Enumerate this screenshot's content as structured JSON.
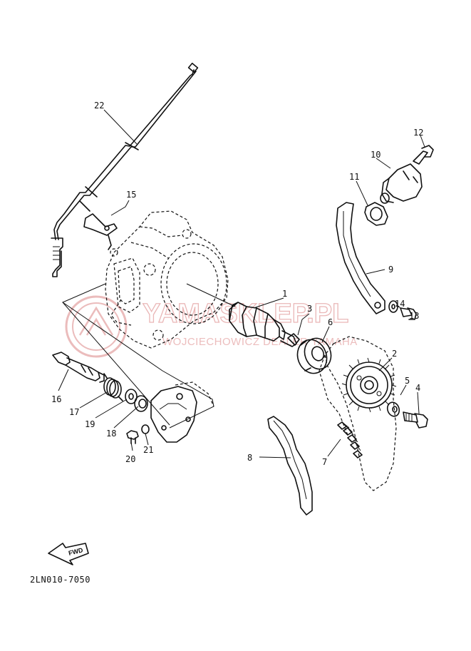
{
  "diagram_code": "2LN010-7050",
  "fwd_label": "FWD",
  "watermark": {
    "main": "YAMASKLEP.PL",
    "sub": "WOJCIECHOWICZ DEALER YAMAHA"
  },
  "callouts": [
    {
      "id": "c1",
      "label": "1"
    },
    {
      "id": "c2",
      "label": "2"
    },
    {
      "id": "c3",
      "label": "3"
    },
    {
      "id": "c4",
      "label": "4"
    },
    {
      "id": "c5",
      "label": "5"
    },
    {
      "id": "c6",
      "label": "6"
    },
    {
      "id": "c7",
      "label": "7"
    },
    {
      "id": "c8",
      "label": "8"
    },
    {
      "id": "c9",
      "label": "9"
    },
    {
      "id": "c10",
      "label": "10"
    },
    {
      "id": "c11",
      "label": "11"
    },
    {
      "id": "c12",
      "label": "12"
    },
    {
      "id": "c13",
      "label": "13"
    },
    {
      "id": "c14",
      "label": "14"
    },
    {
      "id": "c15",
      "label": "15"
    },
    {
      "id": "c16",
      "label": "16"
    },
    {
      "id": "c17",
      "label": "17"
    },
    {
      "id": "c18",
      "label": "18"
    },
    {
      "id": "c19",
      "label": "19"
    },
    {
      "id": "c20",
      "label": "20"
    },
    {
      "id": "c21",
      "label": "21"
    },
    {
      "id": "c22",
      "label": "22"
    }
  ]
}
